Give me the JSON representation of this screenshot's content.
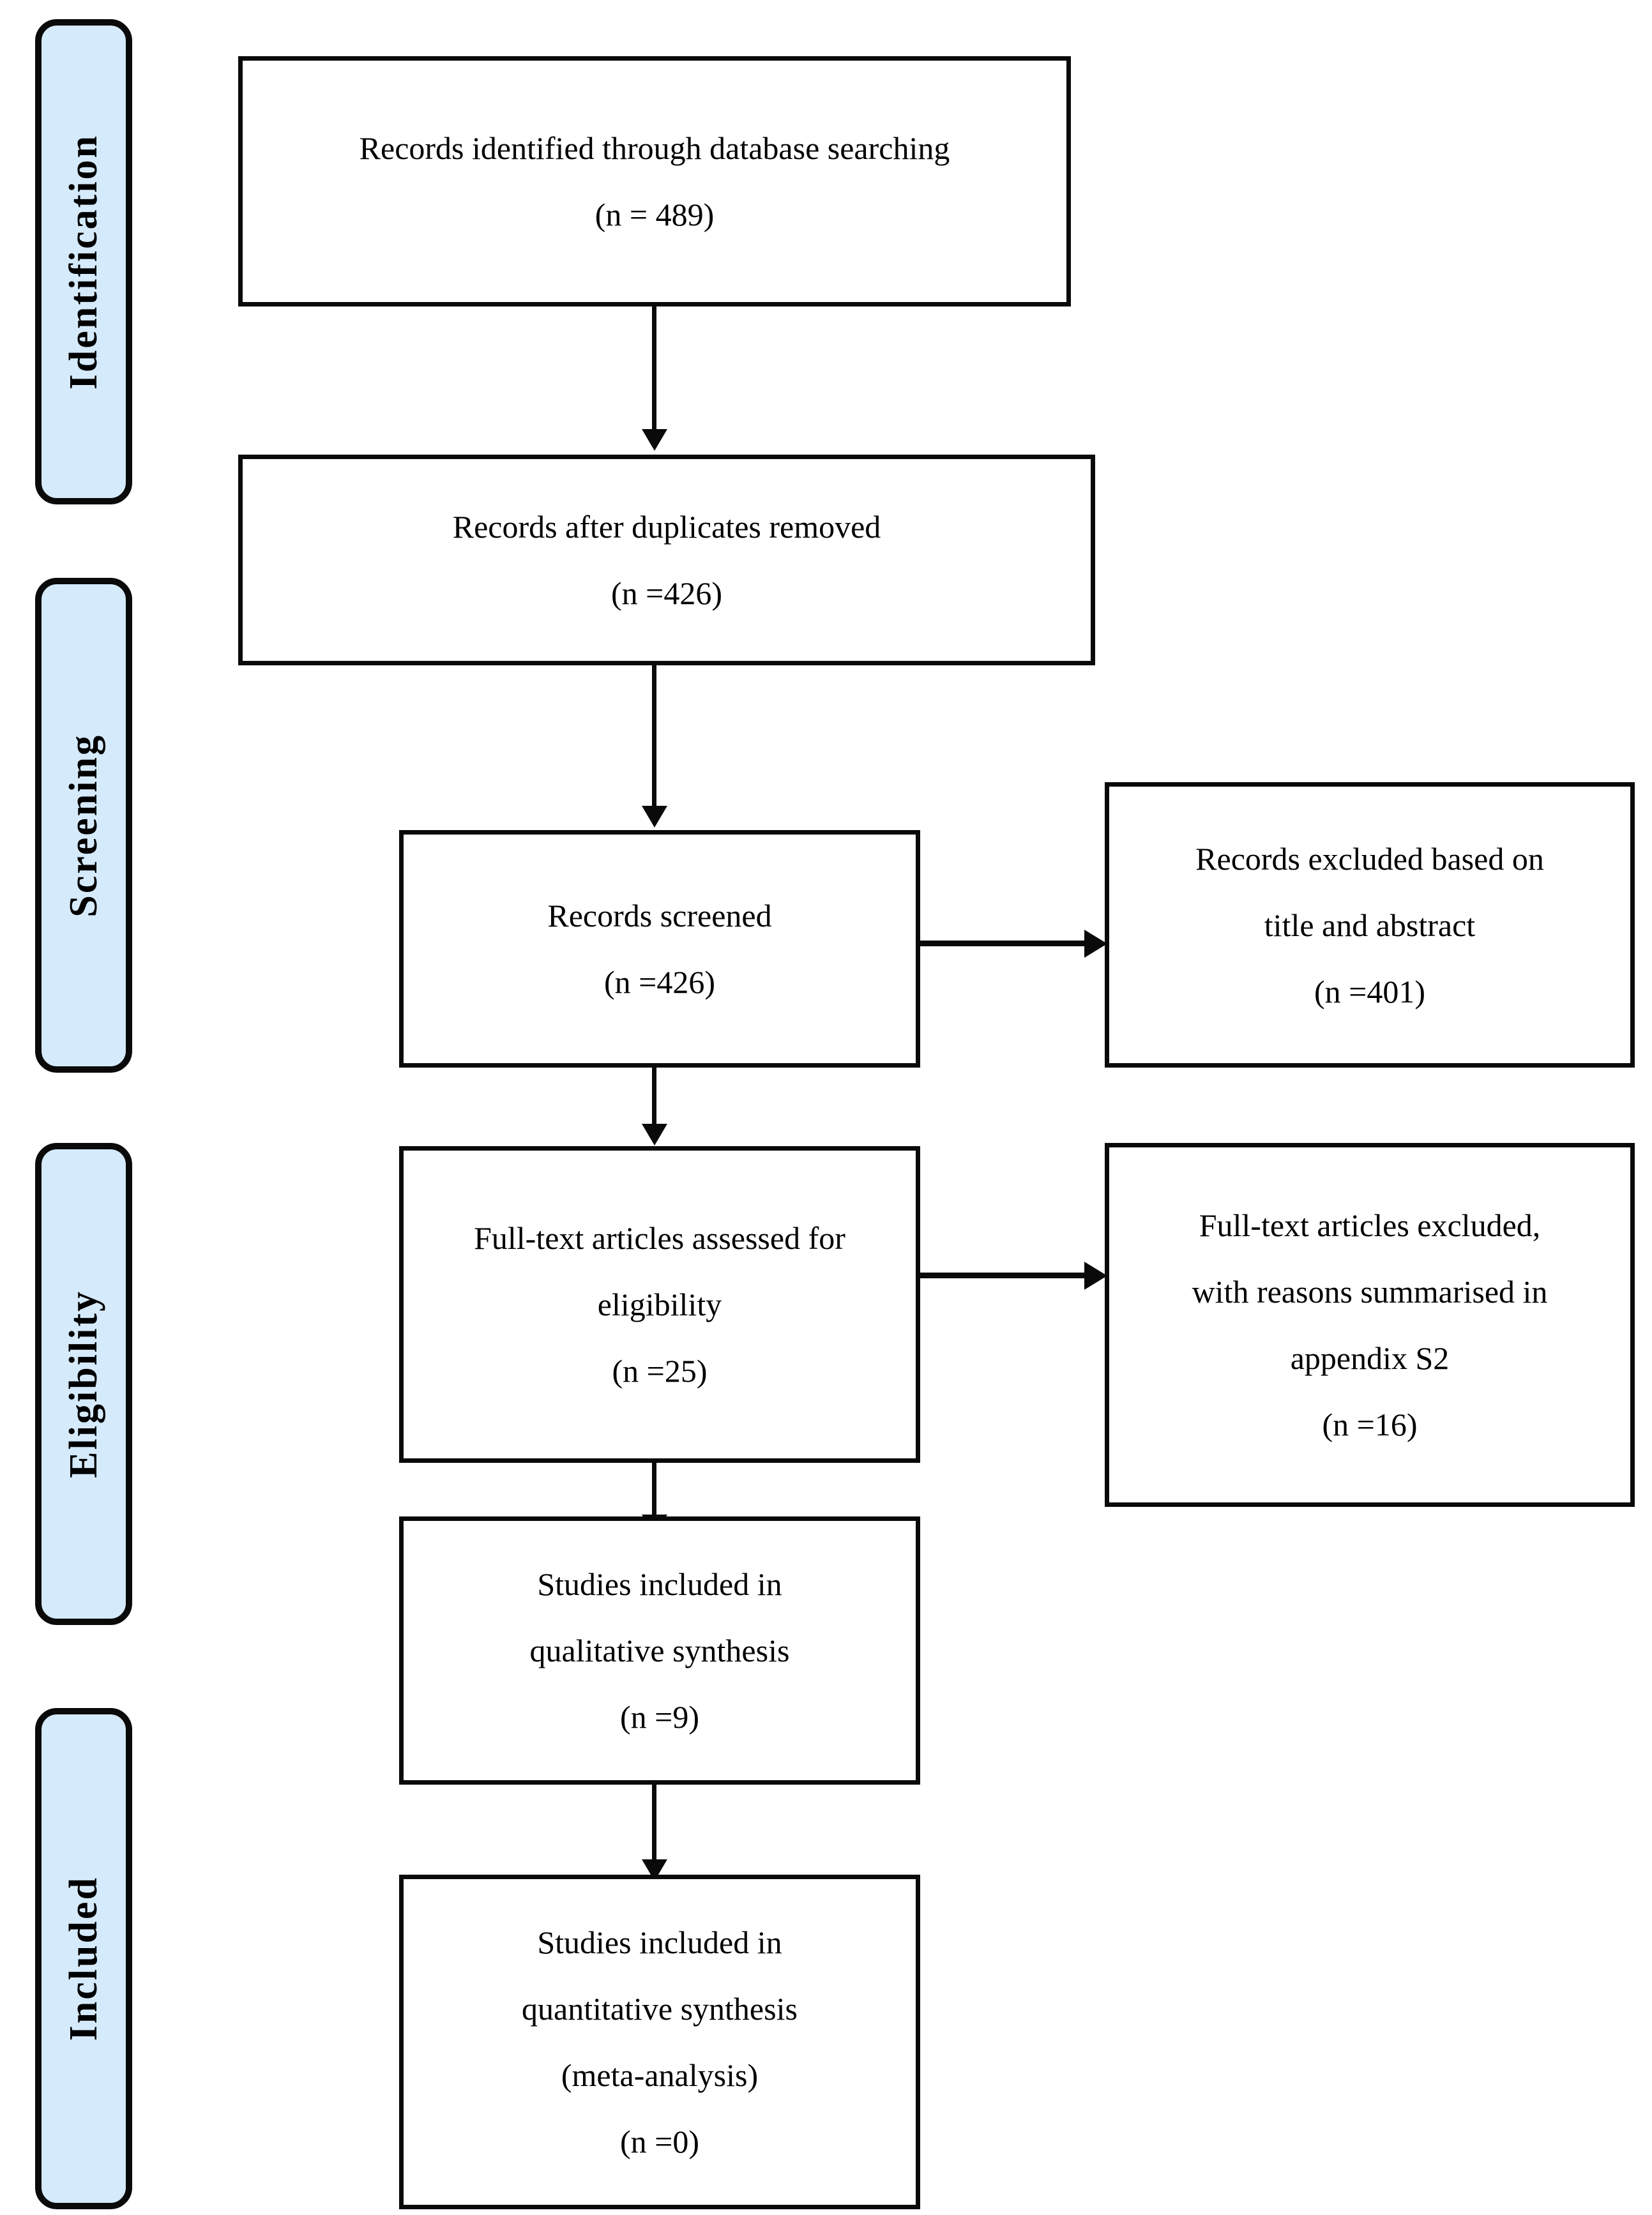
{
  "diagram": {
    "type": "prisma-flow-diagram",
    "accent_color": "#d5eafb",
    "line_color": "#0a0a0a",
    "background_color": "#ffffff"
  },
  "stages": [
    {
      "id": "identification",
      "label": "Identification"
    },
    {
      "id": "screening",
      "label": "Screening"
    },
    {
      "id": "eligibility",
      "label": "Eligibility"
    },
    {
      "id": "included",
      "label": "Included"
    }
  ],
  "main_flow": [
    {
      "id": "records-identified",
      "lines": [
        "Records identified through database searching",
        "(n = 489)"
      ],
      "count": 489
    },
    {
      "id": "records-after-duplicates",
      "lines": [
        "Records after duplicates removed",
        "(n =426)"
      ],
      "count": 426
    },
    {
      "id": "records-screened",
      "lines": [
        "Records screened",
        "(n =426)"
      ],
      "count": 426
    },
    {
      "id": "full-text-assessed",
      "lines": [
        "Full-text articles assessed for",
        "eligibility",
        "(n =25)"
      ],
      "count": 25
    },
    {
      "id": "qualitative-synthesis",
      "lines": [
        "Studies included in",
        "qualitative synthesis",
        "(n =9)"
      ],
      "count": 9
    },
    {
      "id": "quantitative-synthesis",
      "lines": [
        "Studies included in",
        "quantitative synthesis",
        "(meta-analysis)",
        "(n =0)"
      ],
      "count": 0
    }
  ],
  "exclusions": [
    {
      "id": "records-excluded",
      "lines": [
        "Records excluded based on",
        "title and abstract",
        "(n =401)"
      ],
      "count": 401
    },
    {
      "id": "full-text-excluded",
      "lines": [
        "Full-text articles excluded,",
        "with reasons summarised in",
        "appendix S2",
        "(n =16)"
      ],
      "count": 16
    }
  ]
}
